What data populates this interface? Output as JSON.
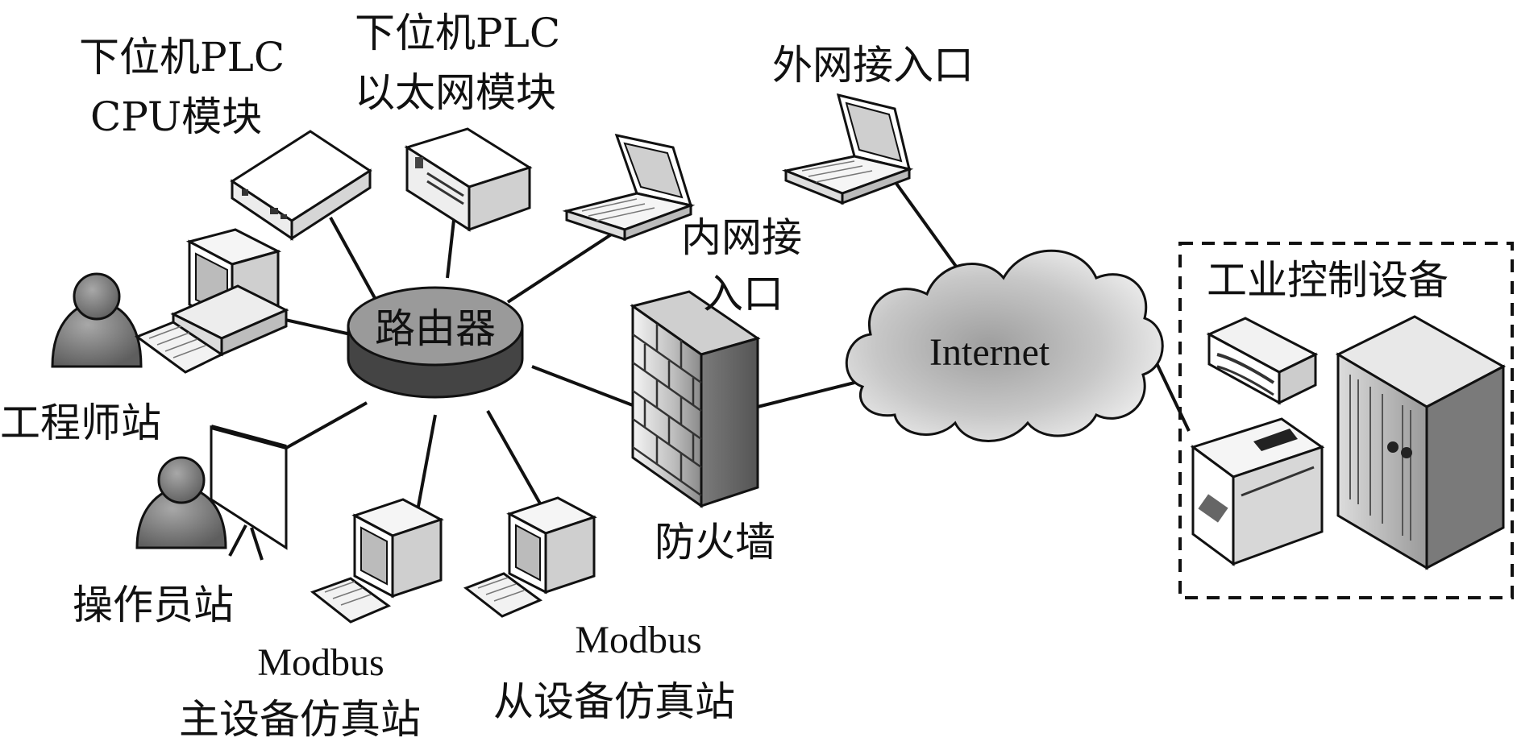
{
  "diagram": {
    "router": {
      "label": "路由器"
    },
    "firewall": {
      "label": "防火墙"
    },
    "internet": {
      "label": "Internet"
    },
    "plc_cpu": {
      "label_line1": "下位机PLC",
      "label_line2": "CPU模块"
    },
    "plc_eth": {
      "label_line1": "下位机PLC",
      "label_line2": "以太网模块"
    },
    "intranet_entry": {
      "label_line1": "内网接",
      "label_line2": "入口"
    },
    "extranet_entry": {
      "label": "外网接入口"
    },
    "engineer_station": {
      "label": "工程师站"
    },
    "operator_station": {
      "label": "操作员站"
    },
    "modbus_master": {
      "label_line1": "Modbus",
      "label_line2": "主设备仿真站"
    },
    "modbus_slave": {
      "label_line1": "Modbus",
      "label_line2": "从设备仿真站"
    },
    "industrial_equipment": {
      "label": "工业控制设备"
    }
  },
  "colors": {
    "line": "#111111",
    "router_top": "#9a9a9a",
    "cloud": "#cfcfcf",
    "device_gray": "#e6e6e6"
  }
}
